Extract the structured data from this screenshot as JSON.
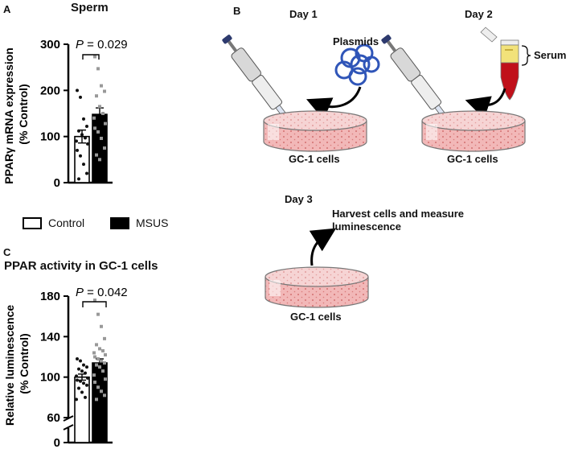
{
  "panel_a": {
    "letter": "A",
    "title": "Sperm",
    "ylabel_line1": "PPARγ mRNA expression",
    "ylabel_line2": "(% Control)",
    "ticks": [
      "0",
      "100",
      "200",
      "300"
    ],
    "p_label": "P",
    "p_value": " = 0.029"
  },
  "legend": {
    "control_label": "Control",
    "msus_label": "MSUS"
  },
  "panel_c": {
    "letter": "C",
    "title": "PPAR activity in GC-1 cells",
    "ylabel_line1": "Relative luminescence",
    "ylabel_line2": "(% Control)",
    "ticks": [
      "0",
      "60",
      "100",
      "140",
      "180"
    ],
    "p_label": "P",
    "p_value": " = 0.042"
  },
  "panel_b": {
    "letter": "B",
    "day1": "Day 1",
    "day2": "Day 2",
    "day3": "Day 3",
    "plasmids": "Plasmids",
    "serum": "Serum",
    "cells_label_1": "GC-1 cells",
    "cells_label_2": "GC-1 cells",
    "cells_label_3": "GC-1 cells",
    "harvest_line1": "Harvest cells and measure",
    "harvest_line2": "luminescence"
  },
  "colors": {
    "control_fill": "#ffffff",
    "msus_fill": "#000000",
    "control_points": "#111111",
    "msus_points": "#999999",
    "dish_medium": "#f2b8b8",
    "plasmid": "#2f55b8",
    "serum_tube": "#c0101a",
    "serum_top": "#f2e27a"
  },
  "chart_data": [
    {
      "type": "bar",
      "title": "Sperm",
      "ylabel": "PPARγ mRNA expression (% Control)",
      "categories": [
        "Control",
        "MSUS"
      ],
      "values": [
        100,
        148
      ],
      "sem": [
        14,
        14
      ],
      "ylim": [
        0,
        300
      ],
      "yticks": [
        0,
        100,
        200,
        300
      ],
      "annotation": "P = 0.029",
      "points": [
        [
          200,
          185,
          138,
          122,
          112,
          104,
          97,
          90,
          84,
          70,
          58,
          40,
          20,
          8
        ],
        [
          273,
          247,
          210,
          198,
          188,
          165,
          150,
          140,
          128,
          118,
          110,
          96,
          75,
          60,
          50
        ]
      ]
    },
    {
      "type": "bar",
      "title": "PPAR activity in GC-1 cells",
      "ylabel": "Relative luminescence (% Control)",
      "categories": [
        "Control",
        "MSUS"
      ],
      "values": [
        100,
        114
      ],
      "sem": [
        3,
        4
      ],
      "ylim": [
        0,
        180
      ],
      "axis_break": [
        0,
        60
      ],
      "yticks": [
        0,
        60,
        100,
        140,
        180
      ],
      "annotation": "P = 0.042",
      "points": [
        [
          118,
          116,
          112,
          110,
          108,
          106,
          104,
          101,
          99,
          97,
          96,
          94,
          92,
          89,
          85,
          80,
          78
        ],
        [
          176,
          162,
          150,
          138,
          132,
          128,
          126,
          124,
          122,
          120,
          118,
          116,
          114,
          112,
          110,
          106,
          102,
          98,
          95,
          90,
          86,
          82,
          78
        ]
      ]
    }
  ]
}
